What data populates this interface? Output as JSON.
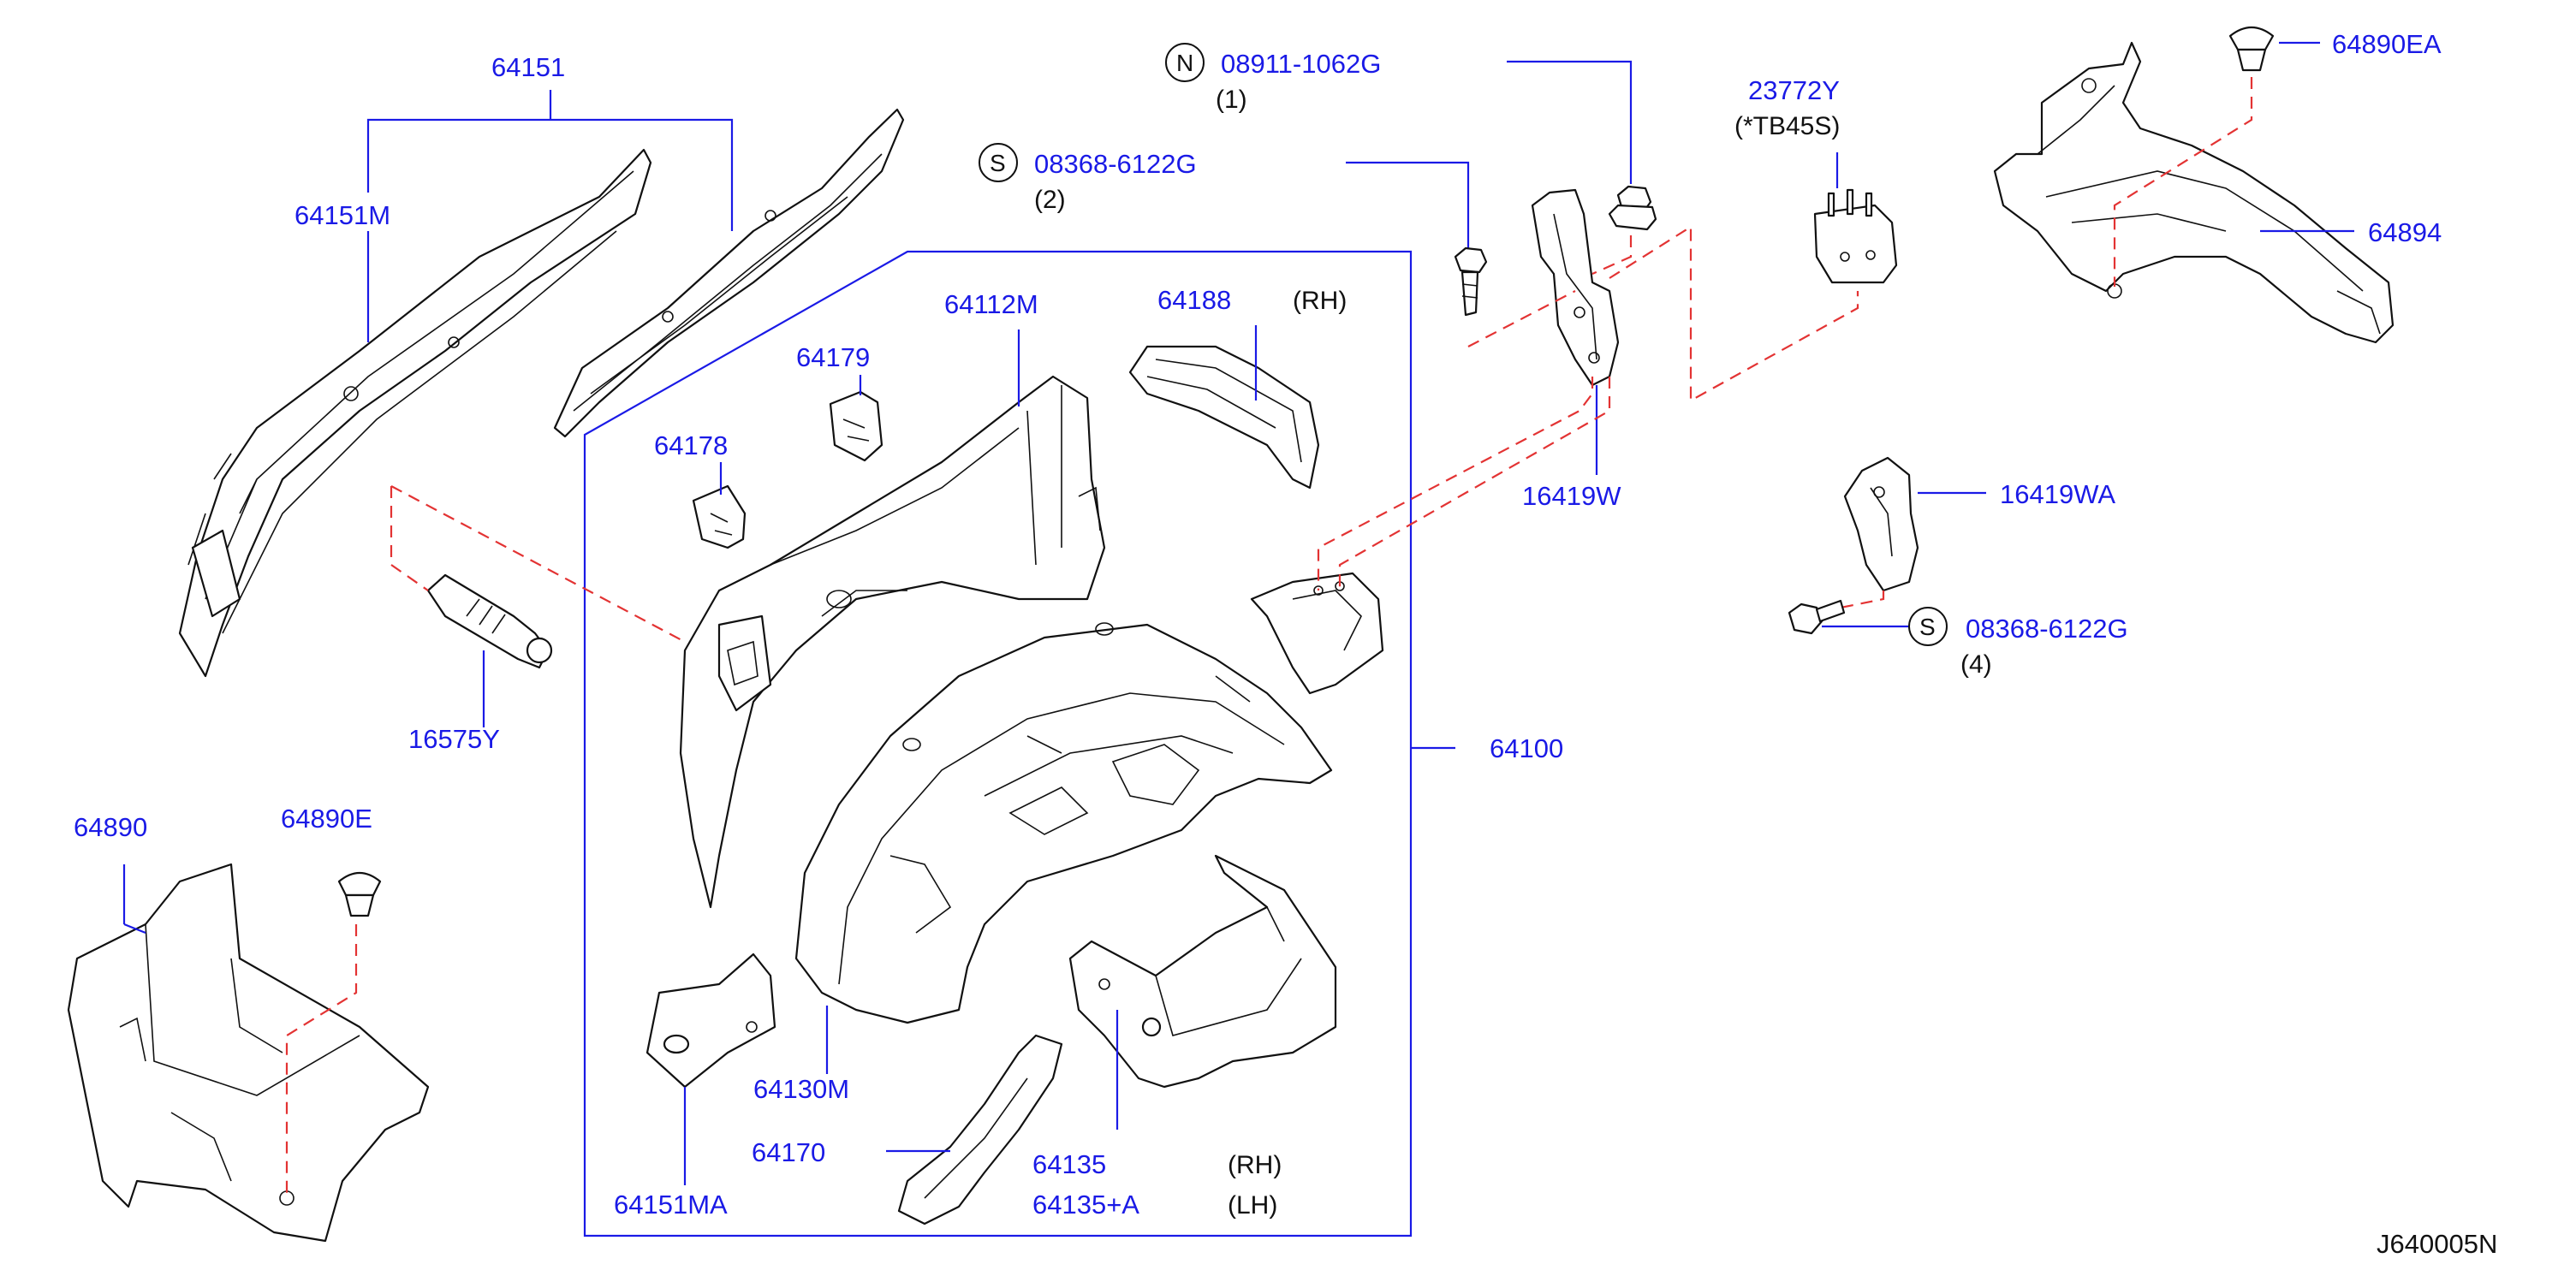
{
  "parts": {
    "p64151": "64151",
    "p64151M": "64151M",
    "p16575Y": "16575Y",
    "p64890": "64890",
    "p64890E": "64890E",
    "p64178": "64178",
    "p64179": "64179",
    "p64112M": "64112M",
    "p64188": "64188",
    "p64188_side": "(RH)",
    "p64130M": "64130M",
    "p64151MA": "64151MA",
    "p64170": "64170",
    "p64135": "64135",
    "p64135_side": "(RH)",
    "p64135A": "64135+A",
    "p64135A_side": "(LH)",
    "p64100": "64100",
    "p16419W": "16419W",
    "p16419WA": "16419WA",
    "p64894": "64894",
    "p64890EA": "64890EA",
    "p23772Y": "23772Y",
    "p23772Y_note": "(*TB45S)"
  },
  "fasteners": {
    "nut": {
      "symbol": "N",
      "part": "08911-1062G",
      "qty": "(1)"
    },
    "bolt_top": {
      "symbol": "S",
      "part": "08368-6122G",
      "qty": "(2)"
    },
    "bolt_right": {
      "symbol": "S",
      "part": "08368-6122G",
      "qty": "(4)"
    }
  },
  "diagram_ref": "J640005N"
}
